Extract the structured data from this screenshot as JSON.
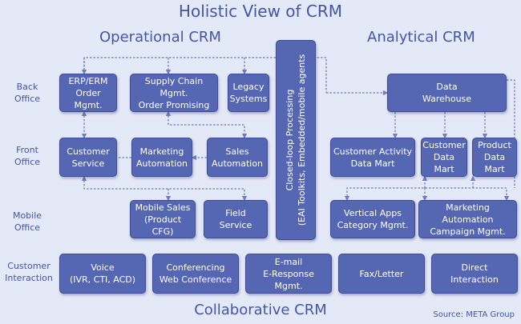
{
  "title": "Holistic View of CRM",
  "sections": {
    "operational": "Operational CRM",
    "analytical": "Analytical CRM",
    "collaborative": "Collaborative CRM"
  },
  "row_labels": {
    "back_office": [
      "Back",
      "Office"
    ],
    "front_office": [
      "Front",
      "Office"
    ],
    "mobile_office": [
      "Mobile",
      "Office"
    ],
    "customer_interaction": [
      "Customer",
      "Interaction"
    ]
  },
  "boxes": {
    "erp": [
      "ERP/ERM",
      "Order Mgmt."
    ],
    "supply_chain": [
      "Supply Chain Mgmt.",
      "Order Promising"
    ],
    "legacy": [
      "Legacy",
      "Systems"
    ],
    "customer_service": [
      "Customer",
      "Service"
    ],
    "marketing_automation": [
      "Marketing",
      "Automation"
    ],
    "sales_automation": [
      "Sales",
      "Automation"
    ],
    "mobile_sales": [
      "Mobile Sales",
      "(Product CFG)"
    ],
    "field_service": [
      "Field",
      "Service"
    ],
    "closed_loop": [
      "Closed-loop Processing",
      "(EAI Toolkits, Embedded/mobile agents"
    ],
    "data_warehouse": [
      "Data",
      "Warehouse"
    ],
    "customer_activity": [
      "Customer Activity",
      "Data Mart"
    ],
    "customer_data_mart": [
      "Customer",
      "Data Mart"
    ],
    "product_data_mart": [
      "Product",
      "Data Mart"
    ],
    "vertical_apps": [
      "Vertical Apps",
      "Category Mgmt."
    ],
    "marketing_campaign": [
      "Marketing Automation",
      "Campaign Mgmt."
    ],
    "voice": [
      "Voice",
      "(IVR, CTI, ACD)"
    ],
    "conferencing": [
      "Conferencing",
      "Web Conference"
    ],
    "email": [
      "E-mail",
      "E-Response Mgmt."
    ],
    "fax": [
      "Fax/Letter"
    ],
    "direct": [
      "Direct",
      "Interaction"
    ]
  },
  "source": "Source: META Group",
  "colors": {
    "background": "#e4e9f7",
    "box_fill": "#5566b3",
    "box_border": "#3c4c98",
    "heading_text": "#4355a8",
    "box_text": "#ffffff",
    "connector": "#6e7cc0"
  }
}
